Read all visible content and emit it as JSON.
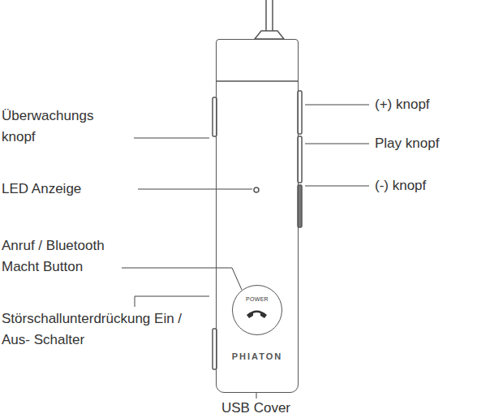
{
  "diagram": {
    "nodes": [
      {
        "text": [
          "PHIATON"
        ]
      },
      {
        "text": [
          "POWER"
        ],
        "in": 0
      }
    ],
    "labels": [
      "Überwachungs knopf",
      "LED Anzeige",
      "Anruf / Bluetooth Macht Button",
      "Störschallunterdrückung Ein / Aus- Schalter",
      "(+) knopf",
      "Play knopf",
      "(-) knopf",
      "USB Cover"
    ]
  }
}
